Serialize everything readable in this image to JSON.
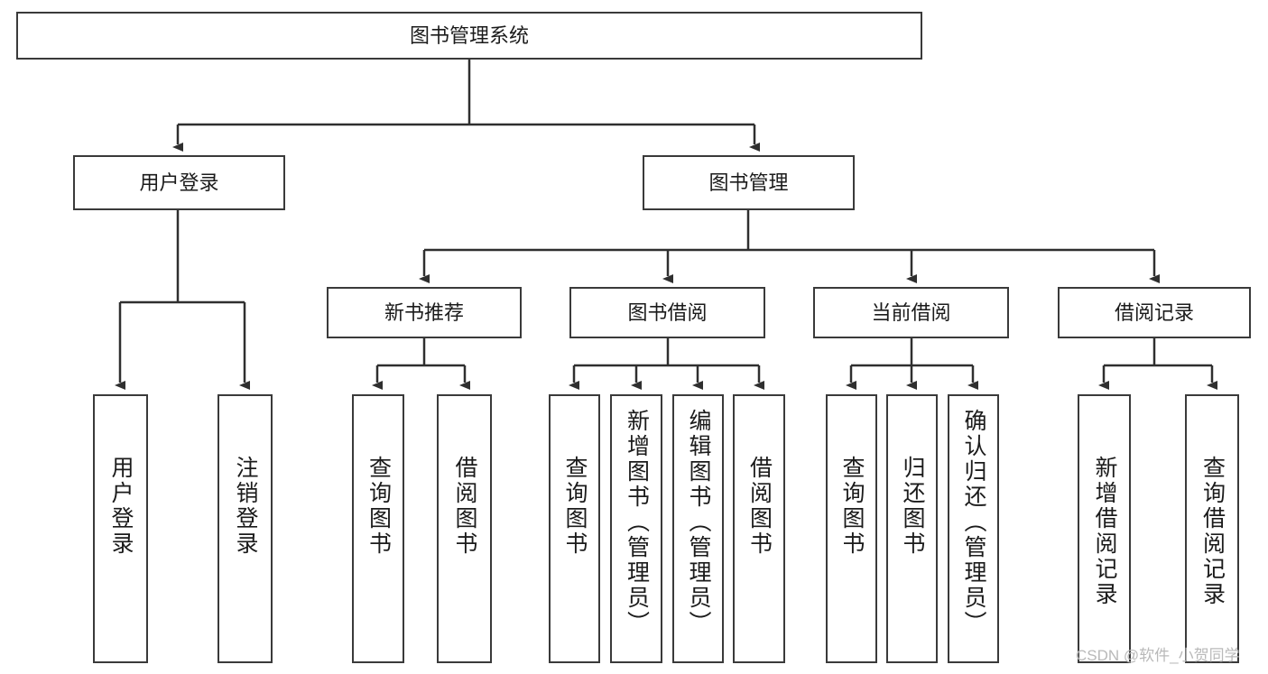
{
  "diagram": {
    "type": "tree-hierarchy-chart",
    "title_node": {
      "id": "root",
      "label": "图书管理系统"
    },
    "level2": [
      {
        "id": "user-login",
        "label": "用户登录"
      },
      {
        "id": "book-management",
        "label": "图书管理"
      }
    ],
    "level3": [
      {
        "id": "new-book-recommend",
        "label": "新书推荐"
      },
      {
        "id": "book-borrow",
        "label": "图书借阅"
      },
      {
        "id": "current-borrow",
        "label": "当前借阅"
      },
      {
        "id": "borrow-record",
        "label": "借阅记录"
      }
    ],
    "leaves": {
      "user_login": [
        {
          "id": "leaf-user-login",
          "label": "用户登录"
        },
        {
          "id": "leaf-logout-login",
          "label": "注销登录"
        }
      ],
      "new_book_recommend": [
        {
          "id": "leaf-query-book-1",
          "label": "查询图书"
        },
        {
          "id": "leaf-borrow-book-1",
          "label": "借阅图书"
        }
      ],
      "book_borrow": [
        {
          "id": "leaf-query-book-2",
          "label": "查询图书"
        },
        {
          "id": "leaf-add-book",
          "label": "新增图书（管理员）"
        },
        {
          "id": "leaf-edit-book",
          "label": "编辑图书（管理员）"
        },
        {
          "id": "leaf-borrow-book-2",
          "label": "借阅图书"
        }
      ],
      "current_borrow": [
        {
          "id": "leaf-query-book-3",
          "label": "查询图书"
        },
        {
          "id": "leaf-return-book",
          "label": "归还图书"
        },
        {
          "id": "leaf-confirm-return",
          "label": "确认归还（管理员）"
        }
      ],
      "borrow_record": [
        {
          "id": "leaf-add-record",
          "label": "新增借阅记录"
        },
        {
          "id": "leaf-query-record",
          "label": "查询借阅记录"
        }
      ]
    },
    "watermark": "CSDN @软件_小贺同学",
    "colors": {
      "box_border": "#3a3a3a",
      "box_fill": "#ffffff",
      "edge": "#2f2f2f",
      "text": "#1b1b1b",
      "watermark": "#b9b9b9",
      "background": "#ffffff"
    }
  }
}
